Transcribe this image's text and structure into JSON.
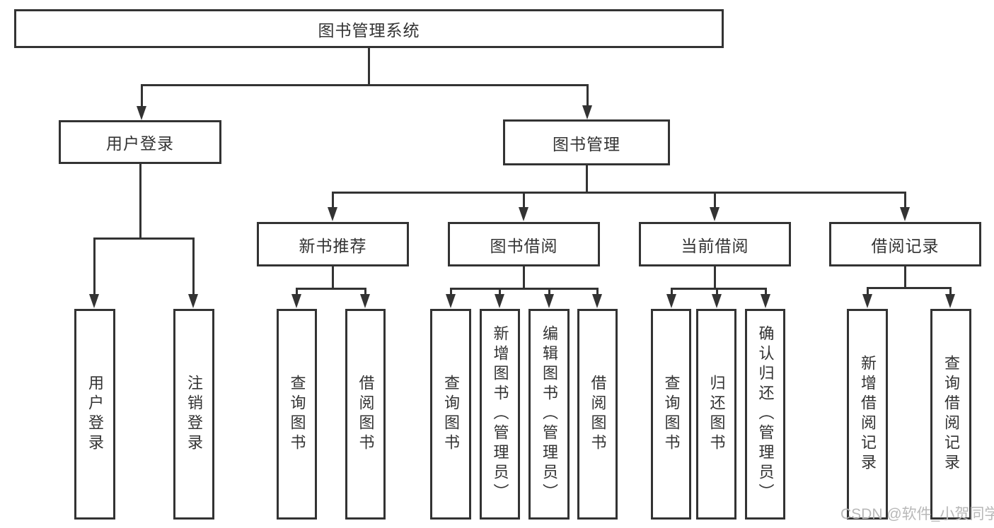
{
  "diagram": {
    "title": "图书管理系统",
    "root": {
      "label": "图书管理系统"
    },
    "branches": [
      {
        "label": "用户登录",
        "children": [
          {
            "label": "用户登录"
          },
          {
            "label": "注销登录"
          }
        ]
      },
      {
        "label": "图书管理",
        "children": [
          {
            "label": "新书推荐",
            "children": [
              {
                "label": "查询图书"
              },
              {
                "label": "借阅图书"
              }
            ]
          },
          {
            "label": "图书借阅",
            "children": [
              {
                "label": "查询图书"
              },
              {
                "label": "新增图书（管理员）"
              },
              {
                "label": "编辑图书（管理员）"
              },
              {
                "label": "借阅图书"
              }
            ]
          },
          {
            "label": "当前借阅",
            "children": [
              {
                "label": "查询图书"
              },
              {
                "label": "归还图书"
              },
              {
                "label": "确认归还（管理员）"
              }
            ]
          },
          {
            "label": "借阅记录",
            "children": [
              {
                "label": "新增借阅记录"
              },
              {
                "label": "查询借阅记录"
              }
            ]
          }
        ]
      }
    ],
    "watermark": {
      "text": "CSDN @软件_小贺同学"
    },
    "colors": {
      "line": "#333333",
      "text": "#333333",
      "watermark": "#b8b8b8",
      "background": "#ffffff"
    }
  }
}
